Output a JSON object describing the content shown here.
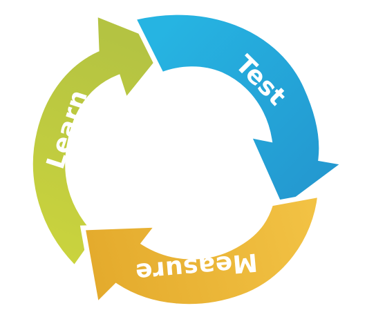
{
  "diagram": {
    "segments": [
      {
        "id": "test",
        "label": "Test",
        "colors": {
          "light": "#26B4E2",
          "dark": "#2394CD"
        }
      },
      {
        "id": "measure",
        "label": "Measure",
        "colors": {
          "light": "#F2C244",
          "dark": "#E3A92B"
        }
      },
      {
        "id": "learn",
        "label": "Learn",
        "colors": {
          "light": "#B4C342",
          "dark": "#CBD43D"
        }
      }
    ]
  }
}
